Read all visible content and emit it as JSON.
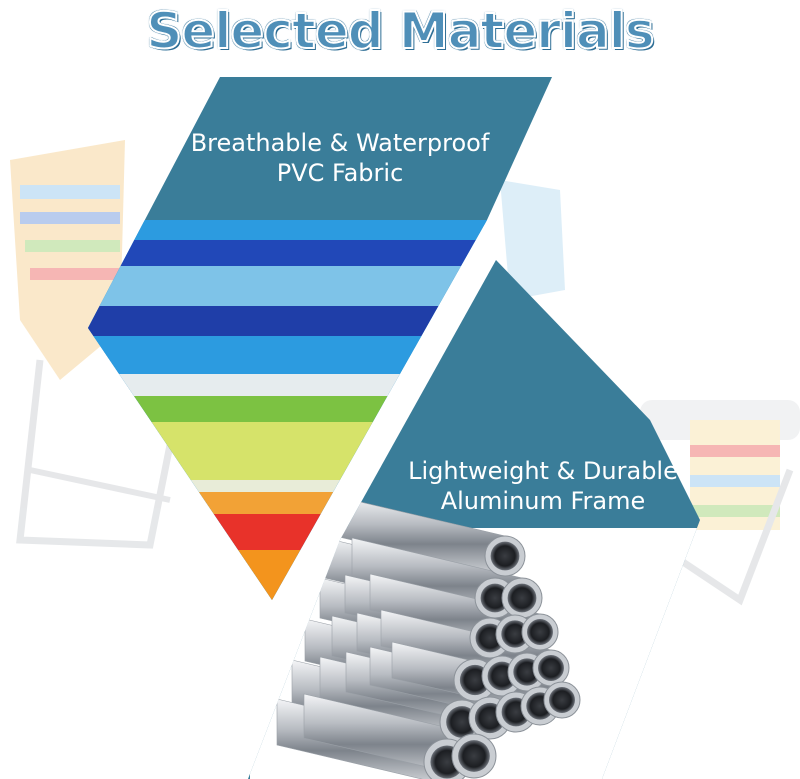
{
  "title": "Selected Materials",
  "features": [
    {
      "line1": "Breathable & Waterproof",
      "line2": "PVC Fabric",
      "icon": "striped-fabric-swatch"
    },
    {
      "line1": "Lightweight & Durable",
      "line2": "Aluminum Frame",
      "icon": "aluminum-tubes-stack"
    }
  ],
  "colors": {
    "panel": "#3a7d99",
    "title_fill": "#4f8fb8",
    "stripes": [
      "#2148b8",
      "#7ec3e8",
      "#2c9be0",
      "#e6ecee",
      "#7cc242",
      "#d6e36a",
      "#f2a236",
      "#e8322a"
    ]
  }
}
